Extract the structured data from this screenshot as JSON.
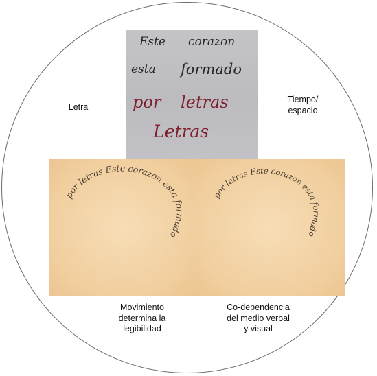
{
  "photo_top": {
    "line1": [
      "Este",
      "corazon"
    ],
    "line2": [
      "esta",
      "formado"
    ],
    "line3": [
      "por",
      "letras"
    ],
    "line4": "Letras"
  },
  "ring_left": "por letras Este corazon esta formado",
  "ring_right": "por letras Este corazon esta formado",
  "labels": {
    "letra": "Letra",
    "tiempo": [
      "Tiempo/",
      "espacio"
    ],
    "movimiento": [
      "Movimiento",
      "determina la",
      "legibilidad"
    ],
    "codependencia": [
      "Co-dependencia",
      "del medio verbal",
      "y visual"
    ]
  },
  "colors": {
    "ink": "#2a2424",
    "red_ink": "#7d1f2c",
    "gray_paper": "#c0c0c4",
    "peach_paper": "#f3d4a8"
  }
}
